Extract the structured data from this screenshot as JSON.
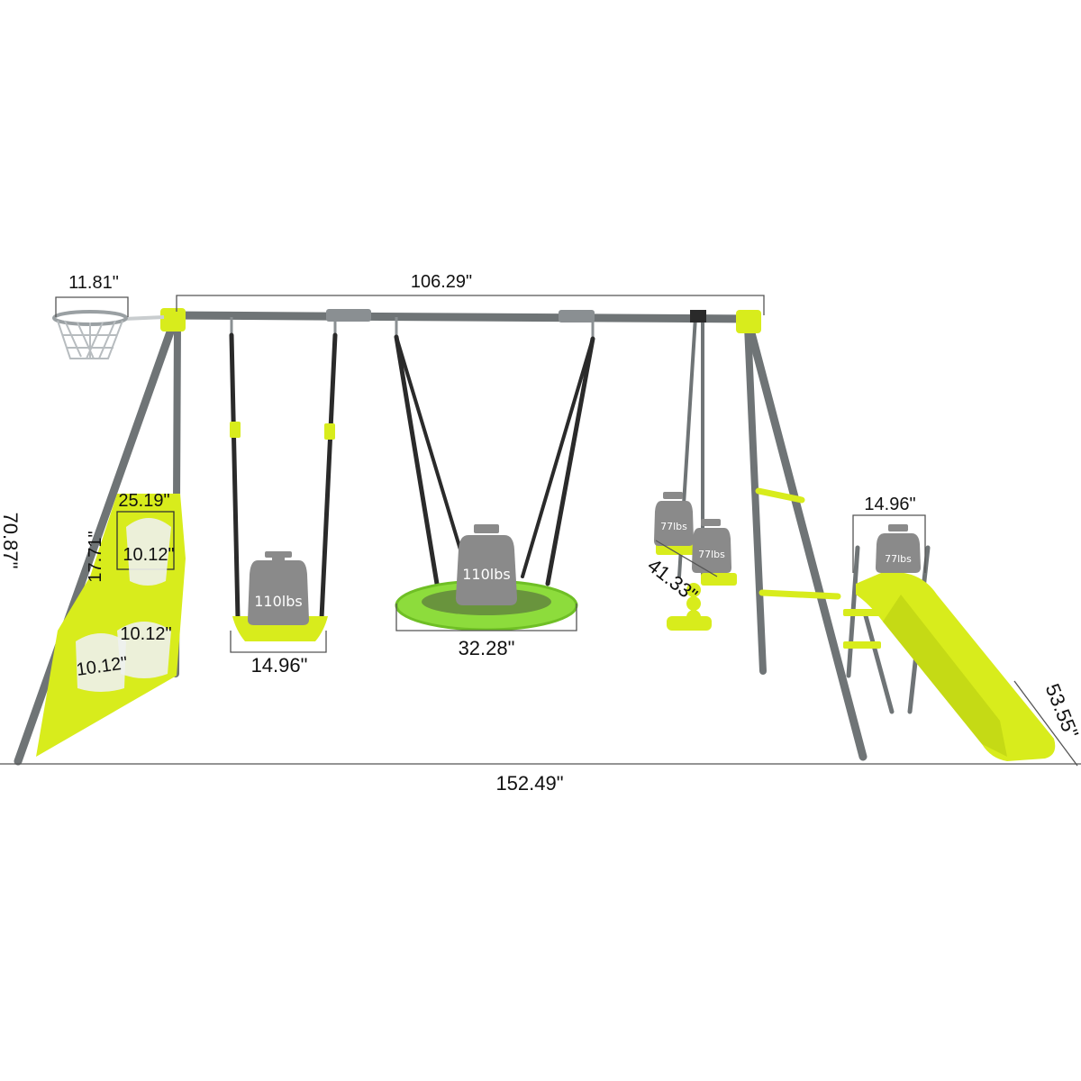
{
  "dimensions": {
    "hoop_width": "11.81\"",
    "top_beam_length": "106.29\"",
    "overall_height": "70.87\"",
    "panel_width": "25.19\"",
    "panel_height": "17.71\"",
    "hole_upper": "10.12\"",
    "hole_middle": "10.12\"",
    "hole_lower": "10.12\"",
    "belt_swing_width": "14.96\"",
    "saucer_swing_diameter": "32.28\"",
    "glider_length": "41.33\"",
    "slide_width": "14.96\"",
    "slide_length": "53.55\"",
    "overall_width": "152.49\""
  },
  "weight_limits": {
    "belt_swing": "110lbs",
    "saucer_swing": "110lbs",
    "glider_seat_1": "77lbs",
    "glider_seat_2": "77lbs",
    "slide": "77lbs"
  },
  "colors": {
    "frame": "#6f7476",
    "accent_lime": "#d8ec1c",
    "saucer_green": "#8ddc3c",
    "weight_icon": "#8a8a8a"
  }
}
